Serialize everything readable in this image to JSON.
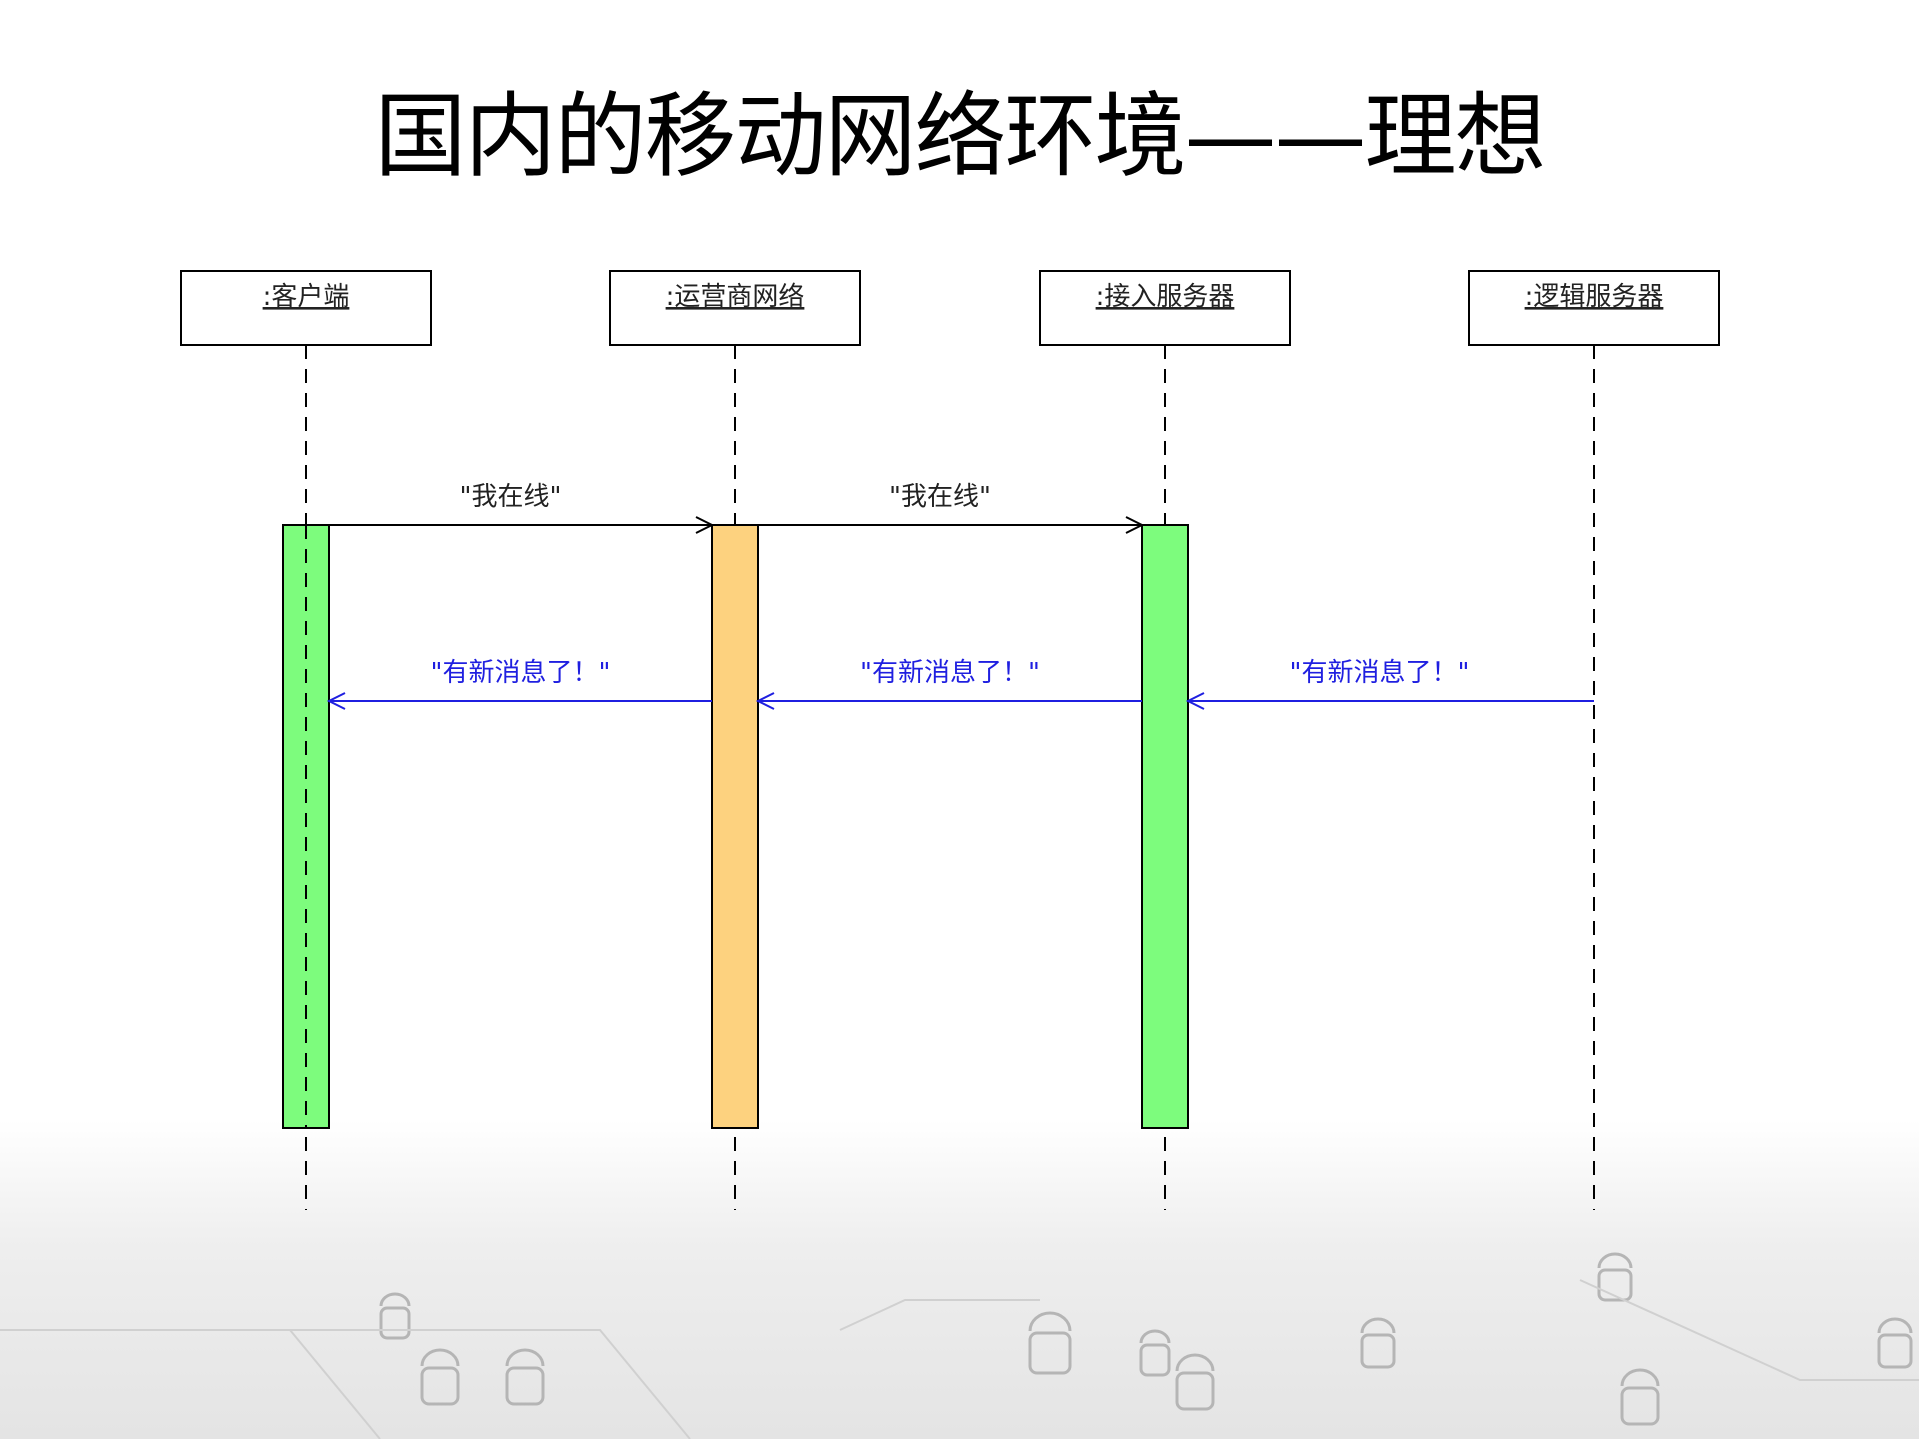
{
  "title": "国内的移动网络环境——理想",
  "diagram": {
    "participants": [
      {
        "id": "client",
        "label": ":客户端"
      },
      {
        "id": "carrier",
        "label": ":运营商网络"
      },
      {
        "id": "access",
        "label": ":接入服务器"
      },
      {
        "id": "logic",
        "label": ":逻辑服务器"
      }
    ],
    "activations": [
      {
        "participant": "client",
        "color": "#7dfc7d"
      },
      {
        "participant": "carrier",
        "color": "#fdd27f"
      },
      {
        "participant": "access",
        "color": "#7dfc7d"
      }
    ],
    "messages": [
      {
        "from": "client",
        "to": "carrier",
        "label": "\"我在线\"",
        "color": "#000000"
      },
      {
        "from": "carrier",
        "to": "access",
        "label": "\"我在线\"",
        "color": "#000000"
      },
      {
        "from": "carrier",
        "to": "client",
        "label": "\"有新消息了！\"",
        "color": "#1f1fe0"
      },
      {
        "from": "access",
        "to": "carrier",
        "label": "\"有新消息了！\"",
        "color": "#1f1fe0"
      },
      {
        "from": "logic",
        "to": "access",
        "label": "\"有新消息了！\"",
        "color": "#1f1fe0"
      }
    ]
  },
  "colors": {
    "lifeline": "#000000",
    "reply": "#1f1fe0",
    "request": "#000000"
  }
}
